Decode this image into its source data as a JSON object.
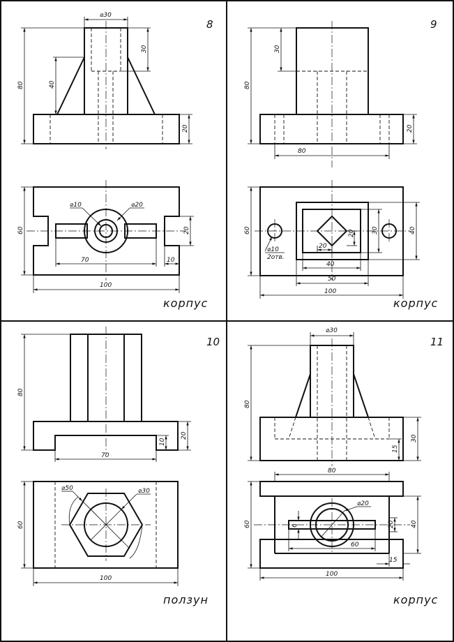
{
  "colors": {
    "ink": "#111111",
    "paper": "#ffffff"
  },
  "panels": [
    {
      "number": "8",
      "caption": "корпус",
      "dims": [
        "⌀30",
        "30",
        "80",
        "40",
        "20",
        "⌀10",
        "⌀20",
        "60",
        "20",
        "70",
        "10",
        "100"
      ]
    },
    {
      "number": "9",
      "caption": "корпус",
      "dims": [
        "80",
        "30",
        "20",
        "80",
        "60",
        "⌀10",
        "2отв.",
        "20",
        "20",
        "30",
        "40",
        "40",
        "50",
        "100"
      ]
    },
    {
      "number": "10",
      "caption": "ползун",
      "dims": [
        "80",
        "20",
        "10",
        "70",
        "⌀50",
        "⌀30",
        "60",
        "100"
      ]
    },
    {
      "number": "11",
      "caption": "корпус",
      "dims": [
        "⌀30",
        "80",
        "30",
        "15",
        "80",
        "⌀20",
        "6",
        "20",
        "40",
        "60",
        "60",
        "15",
        "100"
      ]
    }
  ]
}
